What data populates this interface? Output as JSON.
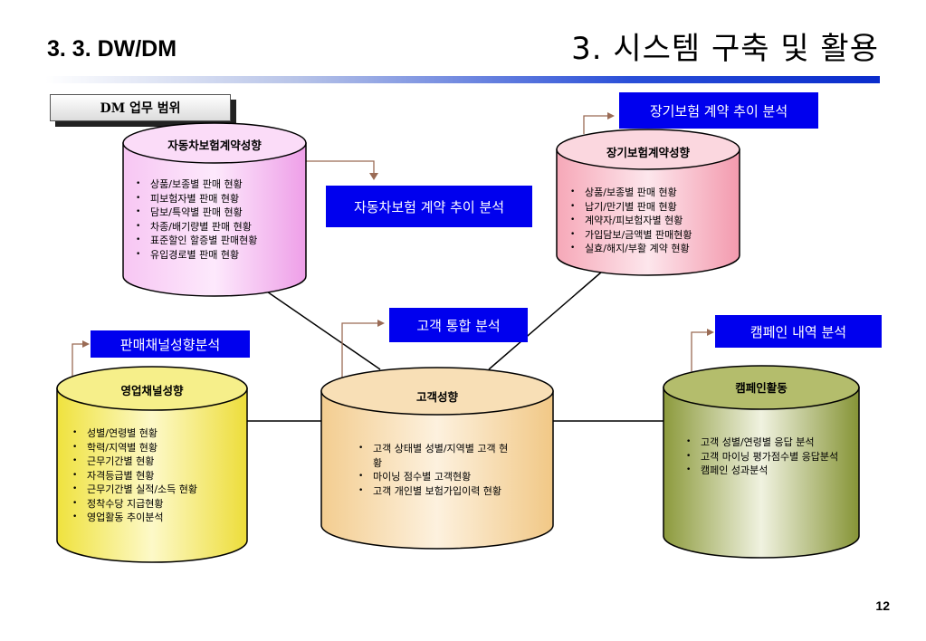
{
  "header": {
    "section": "3. 3. DW/DM",
    "title": "3. 시스템 구축 및 활용",
    "badge": "DM 업무 범위"
  },
  "cylinders": {
    "auto": {
      "title": "자동차보험계약성향",
      "items": [
        "상품/보종별 판매 현황",
        "피보험자별 판매 현황",
        "담보/특약별 판매 현황",
        "차종/배기량별 판매 현황",
        "표준할인 할증별 판매현황",
        "유입경로별 판매 현황"
      ]
    },
    "longterm": {
      "title": "장기보험계약성향",
      "items": [
        "상품/보종별 판매 현황",
        "납기/만기별 판매 현황",
        "계약자/피보험자별 현황",
        "가입담보/금액별 판매현황",
        "실효/해지/부활 계약 현황"
      ]
    },
    "channel": {
      "title": "영업채널성향",
      "items": [
        "성별/연령별 현황",
        "학력/지역별 현황",
        "근무기간별 현황",
        "자격등급별 현황",
        "근무기간별 실적/소득 현황",
        "정착수당 지급현황",
        "영업활동 추이분석"
      ]
    },
    "customer": {
      "title": "고객성향",
      "items": [
        "고객 상태별 성별/지역별 고객 현황",
        "마이닝 점수별 고객현황",
        "고객 개인별 보험가입이력 현황"
      ]
    },
    "campaign": {
      "title": "캠페인활동",
      "items": [
        "고객 성별/연령별 응답 분석",
        "고객 마이닝 평가점수별 응답분석",
        "캠페인 성과분석"
      ]
    }
  },
  "labels": {
    "auto_trend": "자동차보험 계약 추이 분석",
    "longterm_trend": "장기보험 계약 추이 분석",
    "channel_analysis": "판매채널성향분석",
    "customer_integration": "고객 통합 분석",
    "campaign_analysis": "캠페인 내역 분석"
  },
  "colors": {
    "auto": "#f2b8ee",
    "longterm": "#f7b6c4",
    "channel": "#f3ea5a",
    "customer": "#f6d7a4",
    "campaign": "#9aa44a",
    "label_bg": "#0000ee"
  },
  "page_number": "12"
}
